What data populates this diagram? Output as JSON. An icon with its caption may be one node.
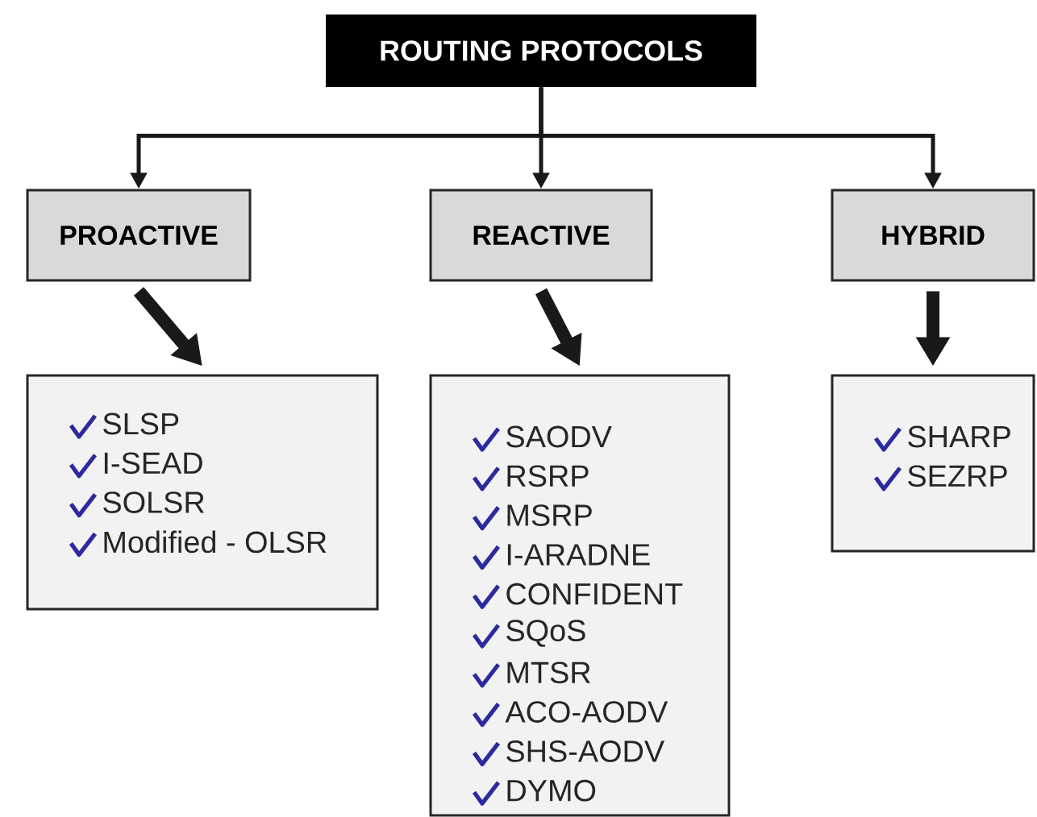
{
  "diagram": {
    "nodes": [
      {
        "text": [
          "ROUTING PROTOCOLS"
        ]
      },
      {
        "text": [
          "PROACTIVE"
        ]
      },
      {
        "text": [
          "REACTIVE"
        ]
      },
      {
        "text": [
          "HYBRID"
        ]
      },
      {
        "text": [
          "SLSP",
          "I-SEAD",
          "SOLSR",
          "Modified - OLSR"
        ]
      },
      {
        "text": [
          "SAODV",
          "RSRP",
          "MSRP",
          "I-ARADNE",
          "CONFIDENT",
          "SQoS",
          "MTSR",
          "ACO-AODV",
          "SHS-AODV",
          "DYMO"
        ]
      },
      {
        "text": [
          "SHARP",
          "SEZRP"
        ]
      }
    ],
    "edges": [
      {
        "from": 0,
        "to": 1,
        "arrow": "to"
      },
      {
        "from": 0,
        "to": 2,
        "arrow": "to"
      },
      {
        "from": 0,
        "to": 3,
        "arrow": "to"
      },
      {
        "from": 1,
        "to": 4,
        "arrow": "to",
        "style": "thick"
      },
      {
        "from": 2,
        "to": 5,
        "arrow": "to",
        "style": "thick"
      },
      {
        "from": 3,
        "to": 6,
        "arrow": "to",
        "style": "thick"
      }
    ]
  }
}
